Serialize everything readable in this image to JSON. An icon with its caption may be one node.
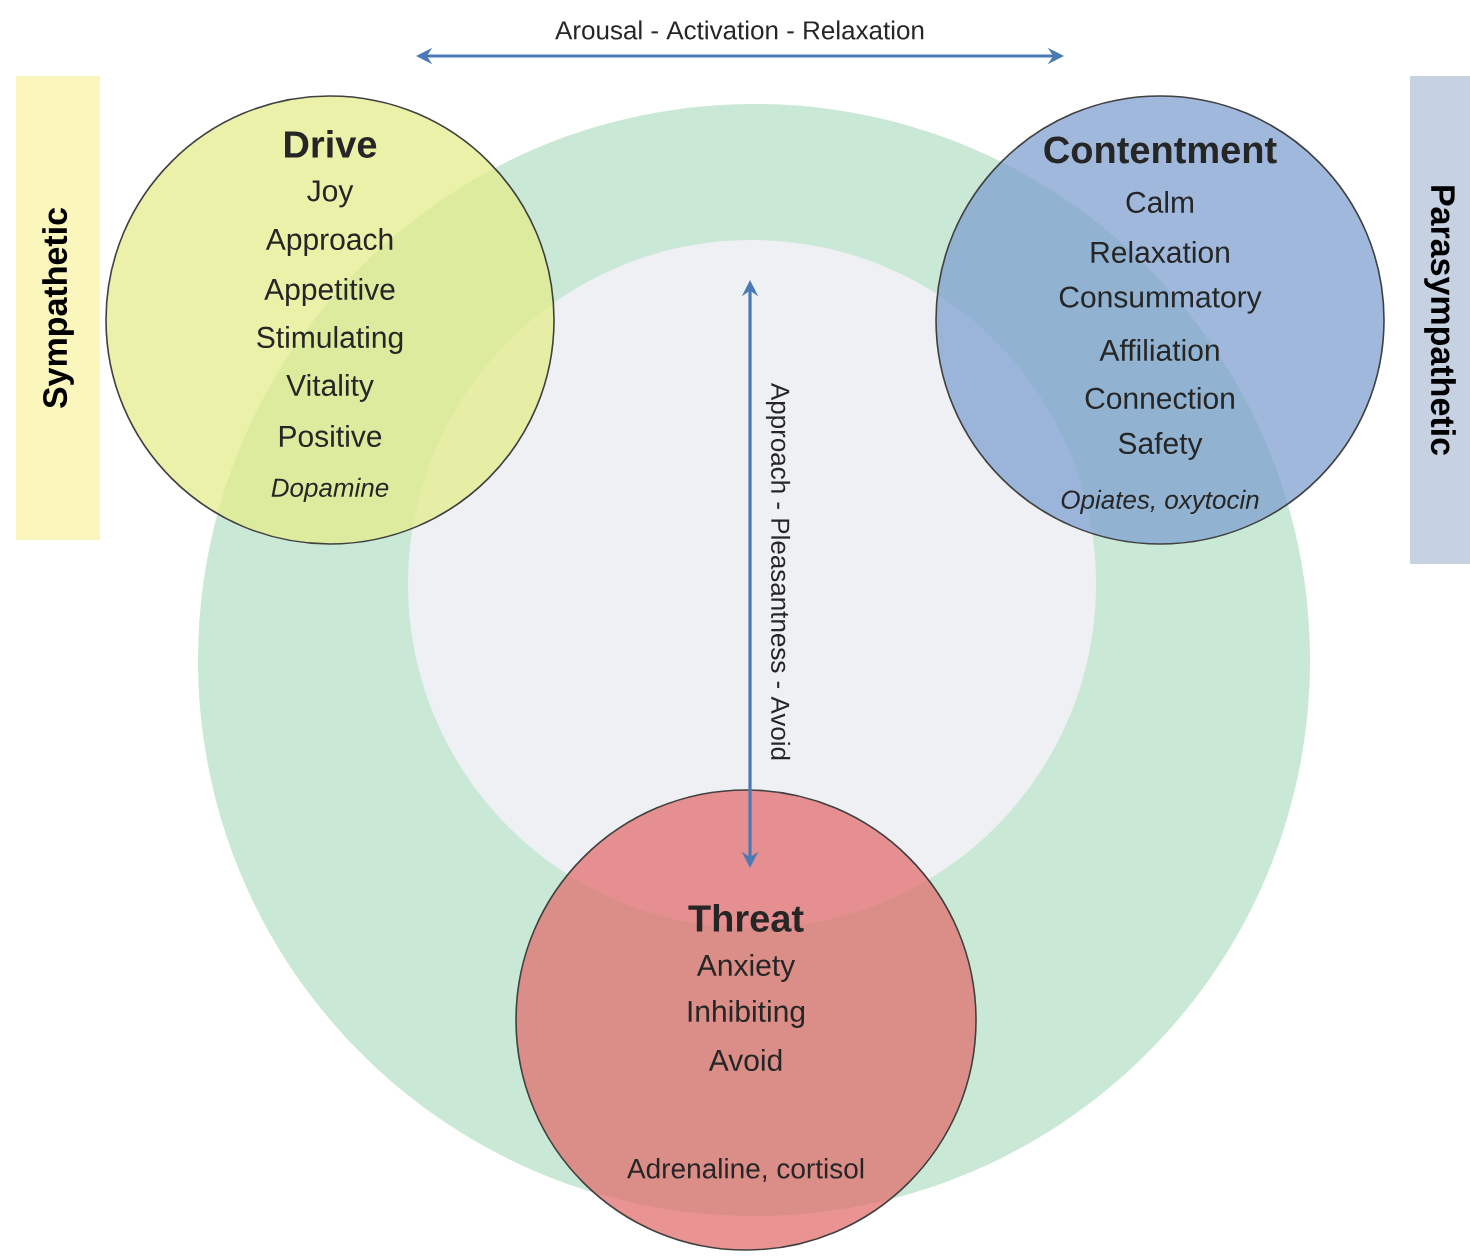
{
  "diagram": {
    "nodes": [
      {
        "text": [
          "Sympathetic"
        ]
      },
      {
        "text": [
          "Drive",
          "Joy",
          "Approach",
          "Appetitive",
          "Stimulating",
          "Vitality",
          "Positive",
          "Dopamine"
        ]
      },
      {
        "text": [
          "Contentment",
          "Calm",
          "Relaxation",
          "Consummatory",
          "Affiliation",
          "Connection",
          "Safety",
          "Opiates, oxytocin"
        ]
      },
      {
        "text": [
          "Parasympathetic"
        ]
      },
      {
        "text": [
          "Threat",
          "Anxiety",
          "Inhibiting",
          "Avoid",
          "Adrenaline, cortisol"
        ]
      }
    ],
    "edges": [],
    "labels": [
      "Arousal - Activation - Relaxation",
      "Approach - Pleasantness - Avoid"
    ]
  }
}
